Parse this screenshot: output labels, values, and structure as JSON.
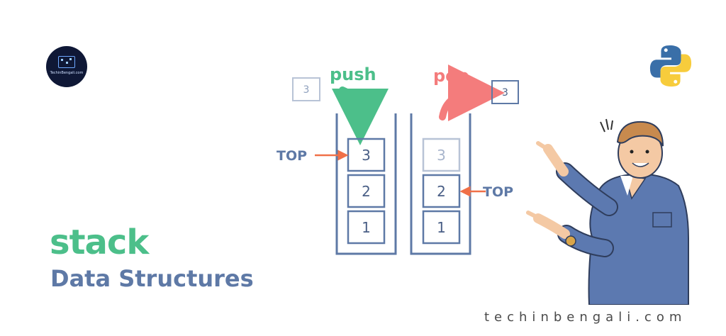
{
  "logo": {
    "caption": "TechinBengali.com"
  },
  "heading": {
    "word": "stack",
    "subtitle": "Data Structures"
  },
  "website": "techinbengali.com",
  "diagram": {
    "push_label": "push",
    "pop_label": "pop",
    "top_label": "TOP",
    "incoming_box": "3",
    "outgoing_box": "3",
    "left_stack": [
      "3",
      "2",
      "1"
    ],
    "right_stack": [
      "3",
      "2",
      "1"
    ]
  },
  "colors": {
    "green": "#4cbf8a",
    "coral": "#f47c7c",
    "slate": "#5e79a6",
    "arrow": "#f07048"
  },
  "icons": {
    "python": "python-logo-icon",
    "logo": "techinbengali-logo"
  }
}
